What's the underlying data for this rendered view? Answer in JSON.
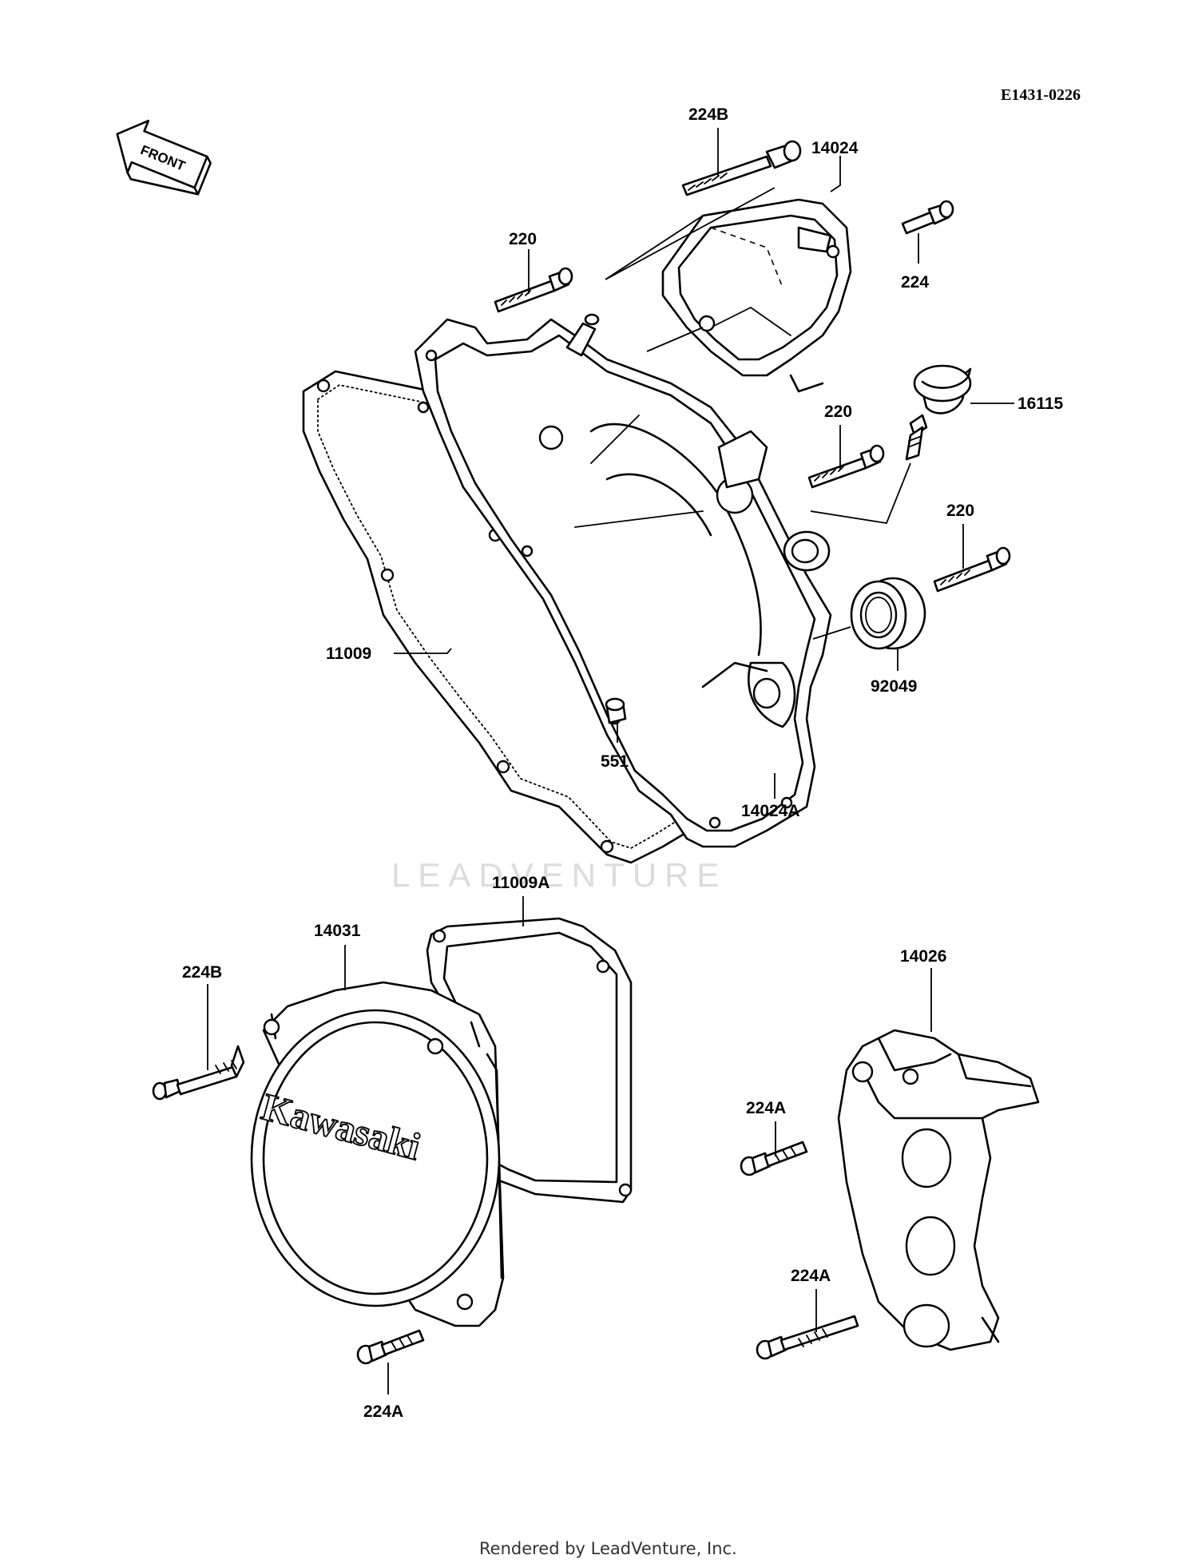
{
  "diagram_code": "E1431-0226",
  "front_arrow_label": "FRONT",
  "brand_logo_text": "Kawasaki",
  "watermark_text": "LEADVENTURE",
  "footer_text": "Rendered by LeadVenture, Inc.",
  "part_labels": {
    "p224B_top": "224B",
    "p14024": "14024",
    "p220_a": "220",
    "p224": "224",
    "p16115": "16115",
    "p220_b": "220",
    "p220_c": "220",
    "p11009": "11009",
    "p92049": "92049",
    "p551": "551",
    "p14024A": "14024A",
    "p11009A": "11009A",
    "p14031": "14031",
    "p14026": "14026",
    "p224B_bottom": "224B",
    "p224A_a": "224A",
    "p224A_b": "224A",
    "p224A_c": "224A"
  }
}
